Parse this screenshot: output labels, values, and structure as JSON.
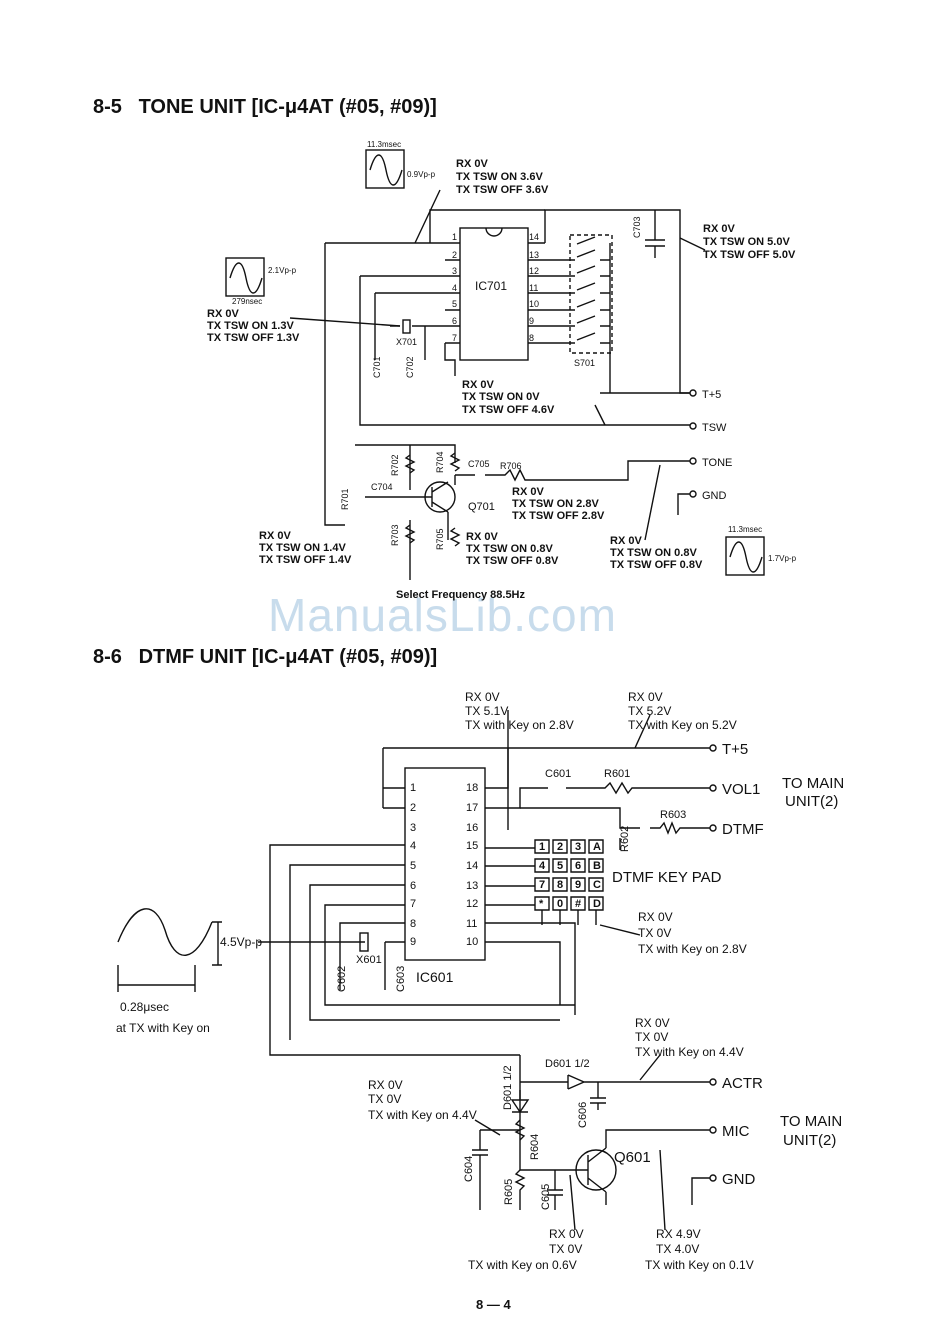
{
  "sections": [
    {
      "number": "8-5",
      "title": "TONE UNIT [IC-μ4AT (#05, #09)]"
    },
    {
      "number": "8-6",
      "title": "DTMF UNIT [IC-μ4AT (#05, #09)]"
    }
  ],
  "watermark": "ManualsLib.com",
  "page_number": "8 — 4",
  "tone": {
    "ic_label": "IC701",
    "pins_left": [
      "1",
      "2",
      "3",
      "4",
      "5",
      "6",
      "7"
    ],
    "pins_right": [
      "14",
      "13",
      "12",
      "11",
      "10",
      "9",
      "8"
    ],
    "switch_label": "S701",
    "crystal": "X701",
    "cap_c701": "C701",
    "cap_c702": "C702",
    "cap_c703": "C703",
    "cap_c704": "C704",
    "cap_c705": "C705",
    "r701": "R701",
    "r702": "R702",
    "r703": "R703",
    "r704": "R704",
    "r705": "R705",
    "r706": "R706",
    "transistor": "Q701",
    "terminals": [
      "T+5",
      "TSW",
      "TONE",
      "GND"
    ],
    "wave1": {
      "period": "11.3msec",
      "amp": "0.9Vp-p"
    },
    "wave2": {
      "period": "279nsec",
      "amp": "2.1Vp-p"
    },
    "wave3": {
      "period": "11.3msec",
      "amp": "1.7Vp-p"
    },
    "v_pin2": [
      "RX 0V",
      "TX TSW ON 3.6V",
      "TX TSW OFF 3.6V"
    ],
    "v_c703": [
      "RX 0V",
      "TX TSW ON 5.0V",
      "TX TSW OFF 5.0V"
    ],
    "v_xtal": [
      "RX 0V",
      "TX TSW ON 1.3V",
      "TX TSW OFF 1.3V"
    ],
    "v_tsw": [
      "RX 0V",
      "TX TSW ON 0V",
      "TX TSW OFF 4.6V"
    ],
    "v_q701c": [
      "RX 0V",
      "TX TSW ON 2.8V",
      "TX TSW OFF 2.8V"
    ],
    "v_q701b": [
      "RX 0V",
      "TX TSW ON 1.4V",
      "TX TSW OFF 1.4V"
    ],
    "v_q701e": [
      "RX 0V",
      "TX TSW ON 0.8V",
      "TX TSW OFF 0.8V"
    ],
    "v_tone": [
      "RX 0V",
      "TX TSW ON 0.8V",
      "TX TSW OFF 0.8V"
    ],
    "select_freq": "Select Frequency 88.5Hz"
  },
  "dtmf": {
    "ic_label": "IC601",
    "pins_left": [
      "1",
      "2",
      "3",
      "4",
      "5",
      "6",
      "7",
      "8",
      "9"
    ],
    "pins_right": [
      "18",
      "17",
      "16",
      "15",
      "14",
      "13",
      "12",
      "11",
      "10"
    ],
    "crystal": "X601",
    "cap_c601": "C601",
    "cap_c602": "C602",
    "cap_c603": "C603",
    "cap_c604": "C604",
    "cap_c605": "C605",
    "cap_c606": "C606",
    "r601": "R601",
    "r602": "R602",
    "r603": "R603",
    "r604": "R604",
    "r605": "R605",
    "d601a": "D601 1/2",
    "d601b": "D601 1/2",
    "transistor": "Q601",
    "terminals": [
      "T+5",
      "VOL1",
      "DTMF",
      "ACTR",
      "MIC",
      "GND"
    ],
    "to_main_1": [
      "TO MAIN",
      "UNIT(2)"
    ],
    "to_main_2": [
      "TO MAIN",
      "UNIT(2)"
    ],
    "keypad_label": "DTMF KEY PAD",
    "keypad_keys": [
      "1",
      "2",
      "3",
      "A",
      "4",
      "5",
      "6",
      "B",
      "7",
      "8",
      "9",
      "C",
      "*",
      "0",
      "#",
      "D"
    ],
    "v_pin17": [
      "RX 0V",
      "TX 5.1V",
      "TX with Key on 2.8V"
    ],
    "v_t5": [
      "RX 0V",
      "TX 5.2V",
      "TX with Key on 5.2V"
    ],
    "v_keys": [
      "RX 0V",
      "TX 0V",
      "TX with Key on 2.8V"
    ],
    "v_actr": [
      "RX 0V",
      "TX 0V",
      "TX with Key on 4.4V"
    ],
    "v_c604": [
      "RX 0V",
      "TX 0V",
      "TX with Key on 4.4V"
    ],
    "v_q601b": [
      "RX 0V",
      "TX 0V",
      "TX with Key on 0.6V"
    ],
    "v_q601c": [
      "RX 4.9V",
      "TX 4.0V",
      "TX with Key on 0.1V"
    ],
    "wave": {
      "amp": "4.5Vp-p",
      "period": "0.28μsec",
      "note": "at TX with Key on"
    }
  }
}
